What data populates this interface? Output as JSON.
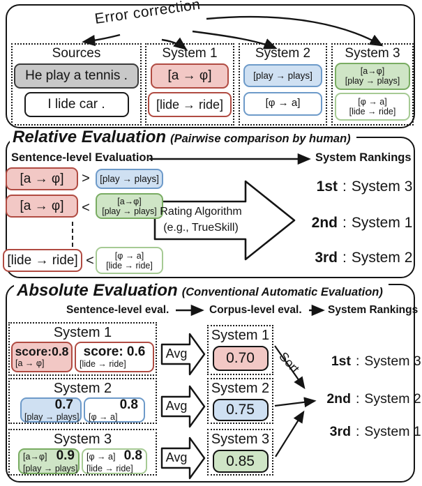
{
  "top_panel": {
    "error_correction_label": "Error correction",
    "columns": [
      {
        "title": "Sources",
        "box1": {
          "line1": "He play a tennis ."
        },
        "box2": {
          "line1": "I lide car ."
        }
      },
      {
        "title": "System 1",
        "box1": {
          "line1": "[a → φ]"
        },
        "box2": {
          "line1": "[lide → ride]"
        }
      },
      {
        "title": "System 2",
        "box1": {
          "line1": "[play → plays]"
        },
        "box2": {
          "line1": "[φ → a]"
        }
      },
      {
        "title": "System 3",
        "box1": {
          "line1": "[a→φ]",
          "line2": "[play → plays]"
        },
        "box2": {
          "line1": "[φ → a]",
          "line2": "[lide → ride]"
        }
      }
    ]
  },
  "relative": {
    "title": "Relative Evaluation",
    "subtitle": "(Pairwise comparison by human)",
    "flow_left": "Sentence-level Evaluation",
    "flow_right": "System Rankings",
    "comparisons": [
      {
        "left": "[a → φ]",
        "op": ">",
        "right1": "[play → plays]"
      },
      {
        "left": "[a → φ]",
        "op": "<",
        "right1": "[a→φ]",
        "right2": "[play → plays]"
      },
      {
        "left": "[lide → ride]",
        "op": "<",
        "right1": "[φ → a]",
        "right2": "[lide → ride]"
      }
    ],
    "rating_arrow": {
      "line1": "Rating Algorithm",
      "line2": "(e.g., TrueSkill)"
    },
    "rankings": [
      {
        "rank": "1st",
        "sep": ":",
        "system": "System 3"
      },
      {
        "rank": "2nd",
        "sep": ":",
        "system": "System 1"
      },
      {
        "rank": "3rd",
        "sep": ":",
        "system": "System 2"
      }
    ]
  },
  "absolute": {
    "title": "Absolute Evaluation",
    "subtitle": "(Conventional Automatic Evaluation)",
    "flow1": "Sentence-level eval.",
    "flow2": "Corpus-level eval.",
    "flow3": "System Rankings",
    "sort_label": "Sort",
    "rows": [
      {
        "name": "System 1",
        "avg_label": "Avg",
        "box1": {
          "score": "score:0.8",
          "edit": "[a → φ]"
        },
        "box2": {
          "score": "score: 0.6",
          "edit": "[lide → ride]"
        },
        "corpus_name": "System 1",
        "corpus_value": "0.70"
      },
      {
        "name": "System 2",
        "avg_label": "Avg",
        "box1": {
          "score": "0.7",
          "edit": "[play → plays]"
        },
        "box2": {
          "score": "0.8",
          "edit": "[φ → a]"
        },
        "corpus_name": "System 2",
        "corpus_value": "0.75"
      },
      {
        "name": "System 3",
        "avg_label": "Avg",
        "box1": {
          "pre": "[a→φ]",
          "score": "0.9",
          "edit": "[play → plays]"
        },
        "box2": {
          "pre": "[φ → a]",
          "score": "0.8",
          "edit": "[lide → ride]"
        },
        "corpus_name": "System 3",
        "corpus_value": "0.85"
      }
    ],
    "rankings": [
      {
        "rank": "1st",
        "sep": ":",
        "system": "System 3"
      },
      {
        "rank": "2nd",
        "sep": ":",
        "system": "System 2"
      },
      {
        "rank": "3rd",
        "sep": ":",
        "system": "System 1"
      }
    ]
  },
  "colors": {
    "red_fill": "#f2c8c5",
    "red_border": "#b04b42",
    "blue_fill": "#cfe0f2",
    "blue_border": "#6d9ac9",
    "green_fill": "#cfe5c6",
    "green_border": "#79ac62",
    "green_light_border": "#a6ca94",
    "gray_fill": "#c8c8c8",
    "ink": "#141414"
  }
}
